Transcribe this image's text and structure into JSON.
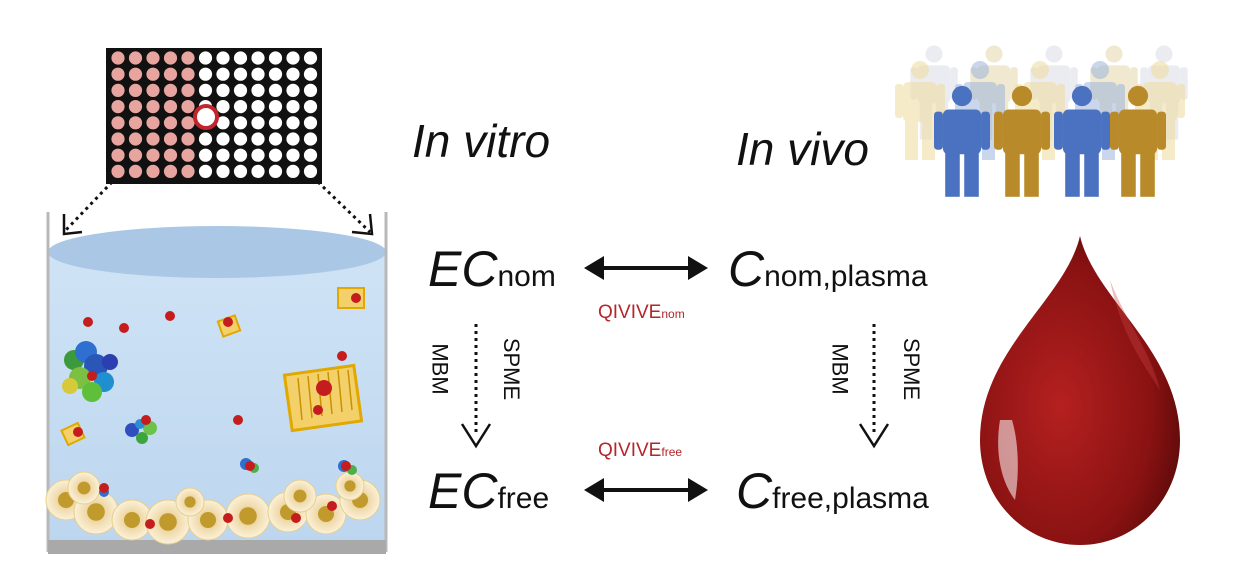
{
  "headings": {
    "in_vitro": "In vitro",
    "in_vivo": "In vivo"
  },
  "concentrations": {
    "ec_nom": {
      "main": "EC",
      "sub": "nom"
    },
    "c_nom_plasma": {
      "main": "C",
      "sub": "nom,plasma"
    },
    "ec_free": {
      "main": "EC",
      "sub": "free"
    },
    "c_free_plasma": {
      "main": "C",
      "sub": "free,plasma"
    }
  },
  "qivive": {
    "nom": {
      "main": "QIVIVE",
      "sub": "nom"
    },
    "free": {
      "main": "QIVIVE",
      "sub": "free"
    }
  },
  "methods": {
    "left": {
      "mbm": "MBM",
      "spme": "SPME"
    },
    "right": {
      "mbm": "MBM",
      "spme": "SPME"
    }
  },
  "colors": {
    "qivive_text": "#b3262a",
    "blood": "#8f1414",
    "medium": "#c4dcf2",
    "person_blue": "#4a72c0",
    "person_gold": "#b88a2a",
    "plate_well": "#ffffff",
    "plate_well_tinted": "#e8a5a0"
  }
}
